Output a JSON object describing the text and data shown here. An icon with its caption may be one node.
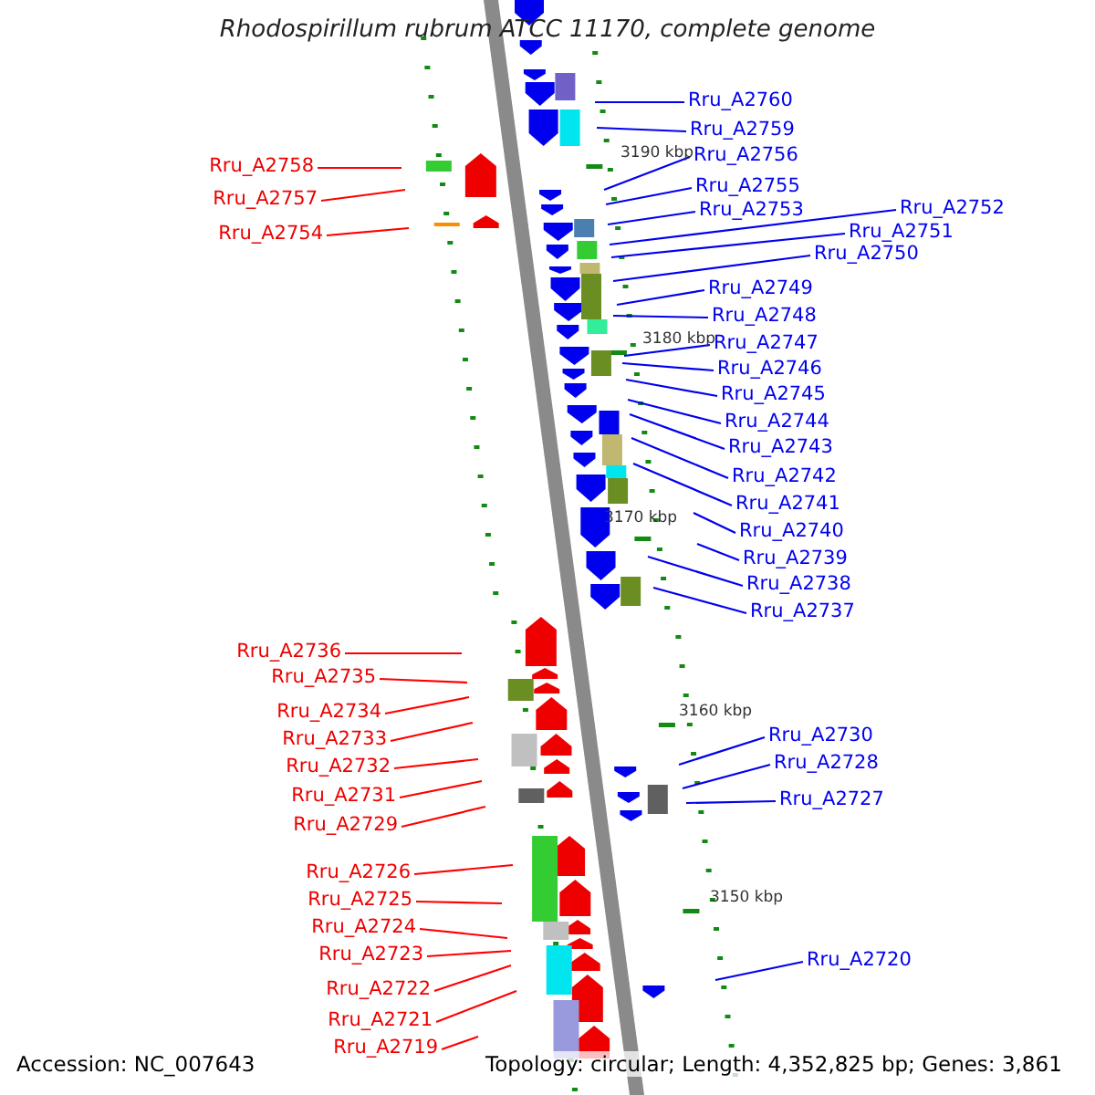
{
  "diagram": {
    "title": "Rhodospirillum rubrum ATCC 11170, complete genome",
    "nodes": [
      {
        "text": [
          "Rru_A2760"
        ]
      },
      {
        "text": [
          "Rru_A2759"
        ]
      },
      {
        "text": [
          "Rru_A2756"
        ]
      },
      {
        "text": [
          "Rru_A2758"
        ]
      },
      {
        "text": [
          "Rru_A2755"
        ]
      },
      {
        "text": [
          "Rru_A2757"
        ]
      },
      {
        "text": [
          "Rru_A2752"
        ]
      },
      {
        "text": [
          "Rru_A2753"
        ]
      },
      {
        "text": [
          "Rru_A2751"
        ]
      },
      {
        "text": [
          "Rru_A2754"
        ]
      },
      {
        "text": [
          "Rru_A2750"
        ]
      },
      {
        "text": [
          "Rru_A2749"
        ]
      },
      {
        "text": [
          "Rru_A2748"
        ]
      },
      {
        "text": [
          "Rru_A2747"
        ]
      },
      {
        "text": [
          "Rru_A2746"
        ]
      },
      {
        "text": [
          "Rru_A2745"
        ]
      },
      {
        "text": [
          "Rru_A2744"
        ]
      },
      {
        "text": [
          "Rru_A2743"
        ]
      },
      {
        "text": [
          "Rru_A2742"
        ]
      },
      {
        "text": [
          "Rru_A2741"
        ]
      },
      {
        "text": [
          "Rru_A2740"
        ]
      },
      {
        "text": [
          "Rru_A2739"
        ]
      },
      {
        "text": [
          "Rru_A2738"
        ]
      },
      {
        "text": [
          "Rru_A2737"
        ]
      },
      {
        "text": [
          "Rru_A2736"
        ]
      },
      {
        "text": [
          "Rru_A2735"
        ]
      },
      {
        "text": [
          "Rru_A2734"
        ]
      },
      {
        "text": [
          "Rru_A2730"
        ]
      },
      {
        "text": [
          "Rru_A2733"
        ]
      },
      {
        "text": [
          "Rru_A2728"
        ]
      },
      {
        "text": [
          "Rru_A2732"
        ]
      },
      {
        "text": [
          "Rru_A2731"
        ]
      },
      {
        "text": [
          "Rru_A2727"
        ]
      },
      {
        "text": [
          "Rru_A2729"
        ]
      },
      {
        "text": [
          "Rru_A2726"
        ]
      },
      {
        "text": [
          "Rru_A2725"
        ]
      },
      {
        "text": [
          "Rru_A2724"
        ]
      },
      {
        "text": [
          "Rru_A2723"
        ]
      },
      {
        "text": [
          "Rru_A2720"
        ]
      },
      {
        "text": [
          "Rru_A2722"
        ]
      },
      {
        "text": [
          "Rru_A2721"
        ]
      },
      {
        "text": [
          "Rru_A2719"
        ]
      }
    ],
    "edges": [
      {
        "from": 0,
        "to": null,
        "arrow": "none"
      },
      {
        "from": 1,
        "to": null,
        "arrow": "none"
      },
      {
        "from": 2,
        "to": null,
        "arrow": "none"
      },
      {
        "from": 3,
        "to": null,
        "arrow": "none",
        "color": "#ff0000"
      },
      {
        "from": 4,
        "to": null,
        "arrow": "none"
      },
      {
        "from": 5,
        "to": null,
        "arrow": "none",
        "color": "#ff0000"
      },
      {
        "from": 6,
        "to": null,
        "arrow": "none"
      },
      {
        "from": 7,
        "to": null,
        "arrow": "none"
      },
      {
        "from": 8,
        "to": null,
        "arrow": "none"
      },
      {
        "from": 9,
        "to": null,
        "arrow": "none",
        "color": "#ff0000"
      },
      {
        "from": 10,
        "to": null,
        "arrow": "none"
      },
      {
        "from": 11,
        "to": null,
        "arrow": "none"
      },
      {
        "from": 12,
        "to": null,
        "arrow": "none"
      },
      {
        "from": 13,
        "to": null,
        "arrow": "none"
      },
      {
        "from": 14,
        "to": null,
        "arrow": "none"
      },
      {
        "from": 15,
        "to": null,
        "arrow": "none"
      },
      {
        "from": 16,
        "to": null,
        "arrow": "none"
      },
      {
        "from": 17,
        "to": null,
        "arrow": "none"
      },
      {
        "from": 18,
        "to": null,
        "arrow": "none"
      },
      {
        "from": 19,
        "to": null,
        "arrow": "none"
      },
      {
        "from": 20,
        "to": null,
        "arrow": "none"
      },
      {
        "from": 21,
        "to": null,
        "arrow": "none"
      },
      {
        "from": 22,
        "to": null,
        "arrow": "none"
      },
      {
        "from": 23,
        "to": null,
        "arrow": "none"
      },
      {
        "from": 24,
        "to": null,
        "arrow": "none",
        "color": "#ff0000"
      },
      {
        "from": 25,
        "to": null,
        "arrow": "none",
        "color": "#ff0000"
      },
      {
        "from": 26,
        "to": null,
        "arrow": "none",
        "color": "#ff0000"
      },
      {
        "from": 27,
        "to": null,
        "arrow": "none"
      },
      {
        "from": 28,
        "to": null,
        "arrow": "none",
        "color": "#ff0000"
      },
      {
        "from": 29,
        "to": null,
        "arrow": "none"
      },
      {
        "from": 30,
        "to": null,
        "arrow": "none",
        "color": "#ff0000"
      },
      {
        "from": 31,
        "to": null,
        "arrow": "none",
        "color": "#ff0000"
      },
      {
        "from": 32,
        "to": null,
        "arrow": "none"
      },
      {
        "from": 33,
        "to": null,
        "arrow": "none",
        "color": "#ff0000"
      },
      {
        "from": 34,
        "to": null,
        "arrow": "none",
        "color": "#ff0000"
      },
      {
        "from": 35,
        "to": null,
        "arrow": "none",
        "color": "#ff0000"
      },
      {
        "from": 36,
        "to": null,
        "arrow": "none",
        "color": "#ff0000"
      },
      {
        "from": 37,
        "to": null,
        "arrow": "none",
        "color": "#ff0000"
      },
      {
        "from": 38,
        "to": null,
        "arrow": "none"
      },
      {
        "from": 39,
        "to": null,
        "arrow": "none",
        "color": "#ff0000"
      },
      {
        "from": 40,
        "to": null,
        "arrow": "none",
        "color": "#ff0000"
      },
      {
        "from": 41,
        "to": null,
        "arrow": "none",
        "color": "#ff0000"
      }
    ],
    "labels": [
      "3190 kbp",
      "3180 kbp",
      "3170 kbp",
      "3160 kbp",
      "3150 kbp",
      "Accession: NC_007643",
      "Topology: circular; Length: 4,352,825 bp; Genes: 3,861"
    ]
  }
}
